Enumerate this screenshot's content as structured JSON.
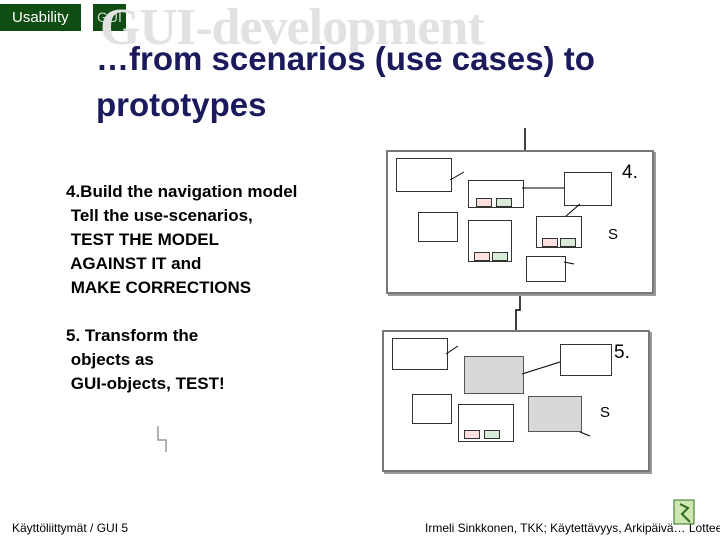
{
  "header": {
    "tag": "Usability",
    "tag2": "GUI",
    "bg_title": "GUI-development"
  },
  "title": "…from scenarios (use cases) to prototypes",
  "step4": {
    "text": "4.Build the navigation model\n Tell the use-scenarios,\n TEST THE MODEL\n AGAINST IT and\n MAKE CORRECTIONS",
    "label": "4.",
    "s": "S"
  },
  "step5": {
    "text": "5. Transform the\n objects as\n GUI-objects, TEST!",
    "label": "5.",
    "s": "S"
  },
  "footer": {
    "left": "Käyttöliittymät / GUI  5",
    "right": "Irmeli Sinkkonen, TKK; Käytettävyys, Arkipäivä… Lottee"
  },
  "colors": {
    "tag_bg": "#0f4d12",
    "title": "#1a1a5c",
    "bg_title": "#e2e2e2"
  },
  "icons": {
    "logo": "green-figure-icon"
  }
}
